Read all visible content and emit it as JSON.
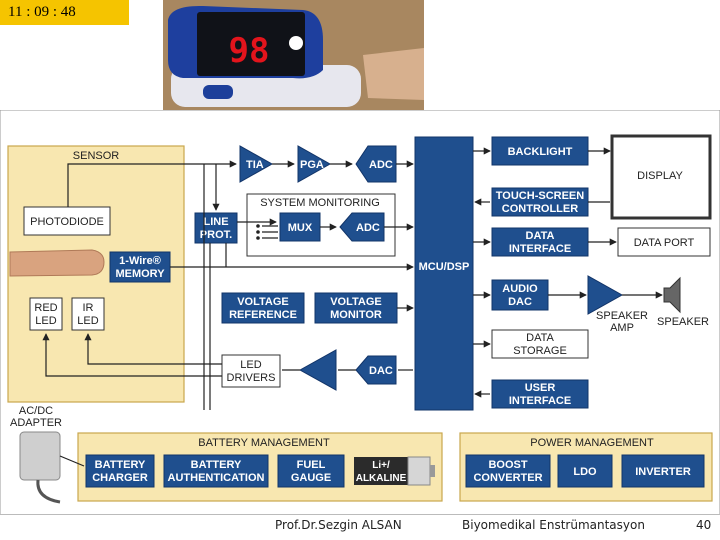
{
  "header": {
    "clock": "11 : 09 : 48",
    "oximeter_reading": "98"
  },
  "diagram": {
    "sensor": {
      "title": "SENSOR",
      "photodiode": "PHOTODIODE",
      "red_led": [
        "RED",
        "LED"
      ],
      "ir_led": [
        "IR",
        "LED"
      ]
    },
    "chain": {
      "tia": "TIA",
      "pga": "PGA",
      "adc1": "ADC"
    },
    "system_monitoring": {
      "title": "SYSTEM MONITORING",
      "mux": "MUX",
      "adc": "ADC"
    },
    "line_prot": [
      "LINE",
      "PROT."
    ],
    "one_wire": [
      "1-Wire®",
      "MEMORY"
    ],
    "voltage_reference": [
      "VOLTAGE",
      "REFERENCE"
    ],
    "voltage_monitor": [
      "VOLTAGE",
      "MONITOR"
    ],
    "led_drivers": [
      "LED",
      "DRIVERS"
    ],
    "dac": "DAC",
    "mcu": "MCU/DSP",
    "backlight": "BACKLIGHT",
    "touch": [
      "TOUCH-SCREEN",
      "CONTROLLER"
    ],
    "data_interface": [
      "DATA",
      "INTERFACE"
    ],
    "audio_dac": [
      "AUDIO",
      "DAC"
    ],
    "data_storage": [
      "DATA",
      "STORAGE"
    ],
    "user_interface": [
      "USER",
      "INTERFACE"
    ],
    "display": "DISPLAY",
    "data_port": "DATA PORT",
    "speaker_amp": [
      "SPEAKER",
      "AMP"
    ],
    "speaker": "SPEAKER",
    "adapter": [
      "AC/DC",
      "ADAPTER"
    ],
    "battery_management": {
      "title": "BATTERY MANAGEMENT",
      "charger": [
        "BATTERY",
        "CHARGER"
      ],
      "auth": [
        "BATTERY",
        "AUTHENTICATION"
      ],
      "fuel": [
        "FUEL",
        "GAUGE"
      ],
      "battery": [
        "Li+/",
        "ALKALINE"
      ]
    },
    "power_management": {
      "title": "POWER MANAGEMENT",
      "boost": [
        "BOOST",
        "CONVERTER"
      ],
      "ldo": "LDO",
      "inverter": "INVERTER"
    }
  },
  "footer": {
    "author": "Prof.Dr.Sezgin ALSAN",
    "course": "Biyomedikal Enstrümantasyon",
    "page": "40"
  },
  "colors": {
    "block": "#1f4f8e",
    "panel": "#f8e7b0",
    "panel_border": "#c9a74e",
    "clock": "#f5c400"
  }
}
